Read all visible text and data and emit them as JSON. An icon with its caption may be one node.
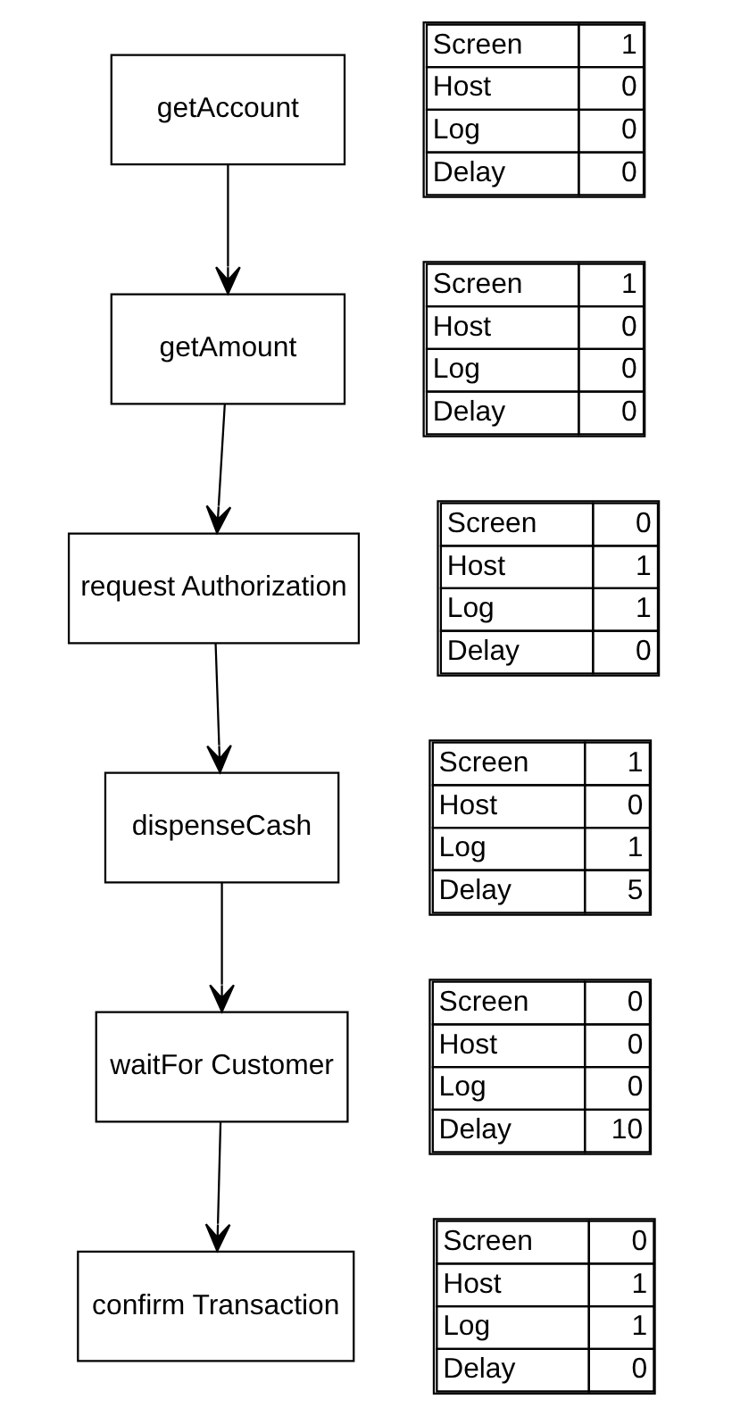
{
  "diagram": {
    "nodes": [
      {
        "text": [
          "getAccount"
        ]
      },
      {
        "text": [
          "getAmount"
        ]
      },
      {
        "text": [
          "request Authorization"
        ]
      },
      {
        "text": [
          "dispenseCash"
        ]
      },
      {
        "text": [
          "waitFor Customer"
        ]
      },
      {
        "text": [
          "confirm Transaction"
        ]
      }
    ],
    "edges": [
      {
        "from": 0,
        "to": 1,
        "arrow": "to"
      },
      {
        "from": 1,
        "to": 2,
        "arrow": "to"
      },
      {
        "from": 2,
        "to": 3,
        "arrow": "to"
      },
      {
        "from": 3,
        "to": 4,
        "arrow": "to"
      },
      {
        "from": 4,
        "to": 5,
        "arrow": "to"
      }
    ],
    "labels": [
      "Screen",
      "1",
      "Host",
      "0",
      "Log",
      "0",
      "Delay",
      "0",
      "Screen",
      "1",
      "Host",
      "0",
      "Log",
      "0",
      "Delay",
      "0",
      "Screen",
      "0",
      "Host",
      "1",
      "Log",
      "1",
      "Delay",
      "0",
      "Screen",
      "1",
      "Host",
      "0",
      "Log",
      "1",
      "Delay",
      "5",
      "Screen",
      "0",
      "Host",
      "0",
      "Log",
      "0",
      "Delay",
      "10",
      "Screen",
      "0",
      "Host",
      "1",
      "Log",
      "1",
      "Delay",
      "0"
    ]
  }
}
